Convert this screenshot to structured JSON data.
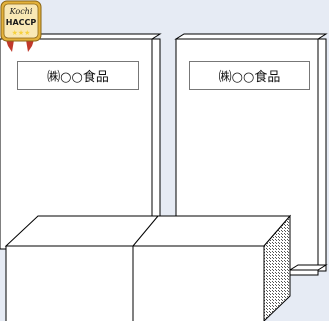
{
  "colors": {
    "background_tint": "#e6ebf4",
    "outline": "#000000",
    "fill": "#ffffff",
    "hatch": "#555555",
    "badge_gold": "#e3b23c",
    "badge_text": "#1a1a1a",
    "badge_star": "#f7d13d",
    "badge_ribbon": "#c0392b"
  },
  "badge": {
    "icon": "haccp-certification-badge-icon",
    "top_text": "Kochi",
    "main_text": "HACCP"
  },
  "packages": [
    {
      "label": "㈱○○食品"
    },
    {
      "label": "㈱○○食品"
    }
  ]
}
